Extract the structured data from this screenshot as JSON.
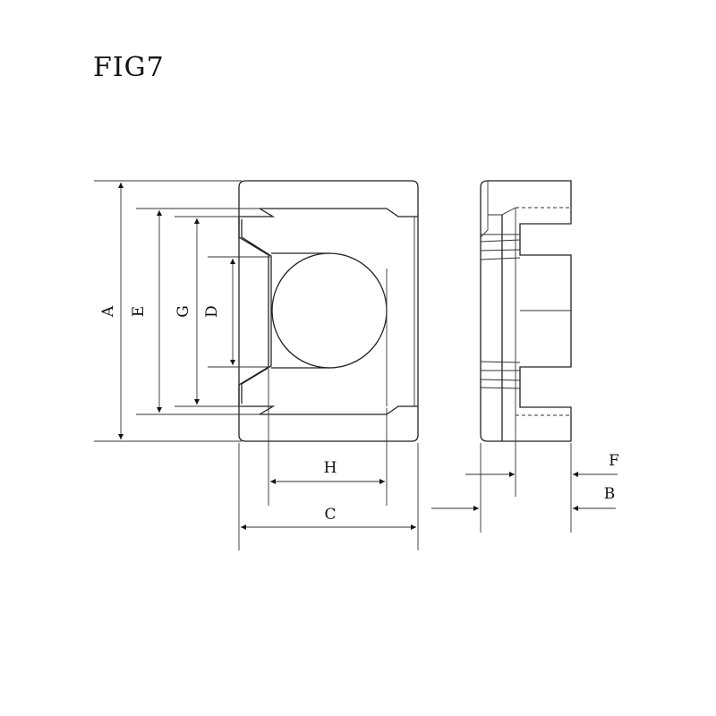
{
  "title": "FIG7",
  "dimensions": {
    "A": "A",
    "E": "E",
    "G": "G",
    "D": "D",
    "H": "H",
    "C": "C",
    "F": "F",
    "B": "B"
  }
}
